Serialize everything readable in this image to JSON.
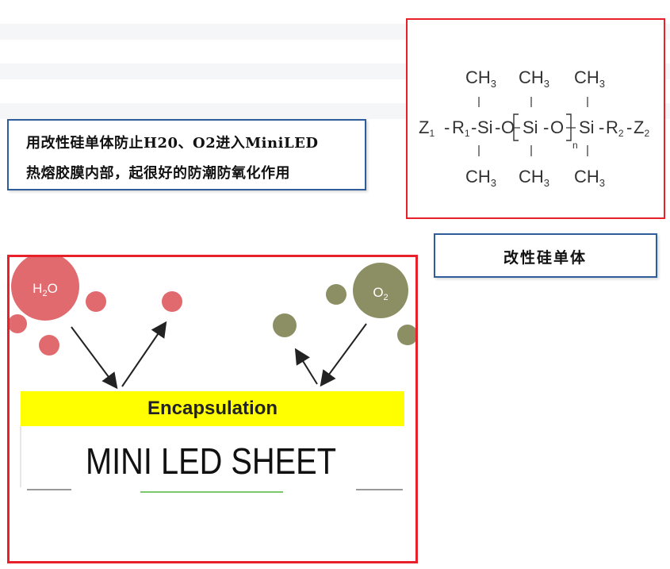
{
  "note": {
    "line1": "用改性硅单体防止H20、O2进入MiniLED",
    "line2": "热熔胶膜内部，起很好的防潮防氧化作用"
  },
  "formula": {
    "ch3": "CH3",
    "z1": "Z1",
    "r1": "R1",
    "si": "Si",
    "o": "O",
    "n": "n",
    "r2": "R2",
    "z2": "Z2"
  },
  "caption": "改性硅单体",
  "diagram": {
    "h2o_label": "H2O",
    "o2_label": "O2",
    "encapsulation_label": "Encapsulation",
    "sheet_label": "MINI LED SHEET",
    "colors": {
      "h2o": "#e06a6e",
      "o2": "#8c8f64",
      "encapsulation": "#ffff00",
      "pcb_line": "#7cc96a"
    }
  },
  "colors": {
    "red_border": "#e8202a",
    "blue_border": "#2e5d9a"
  }
}
